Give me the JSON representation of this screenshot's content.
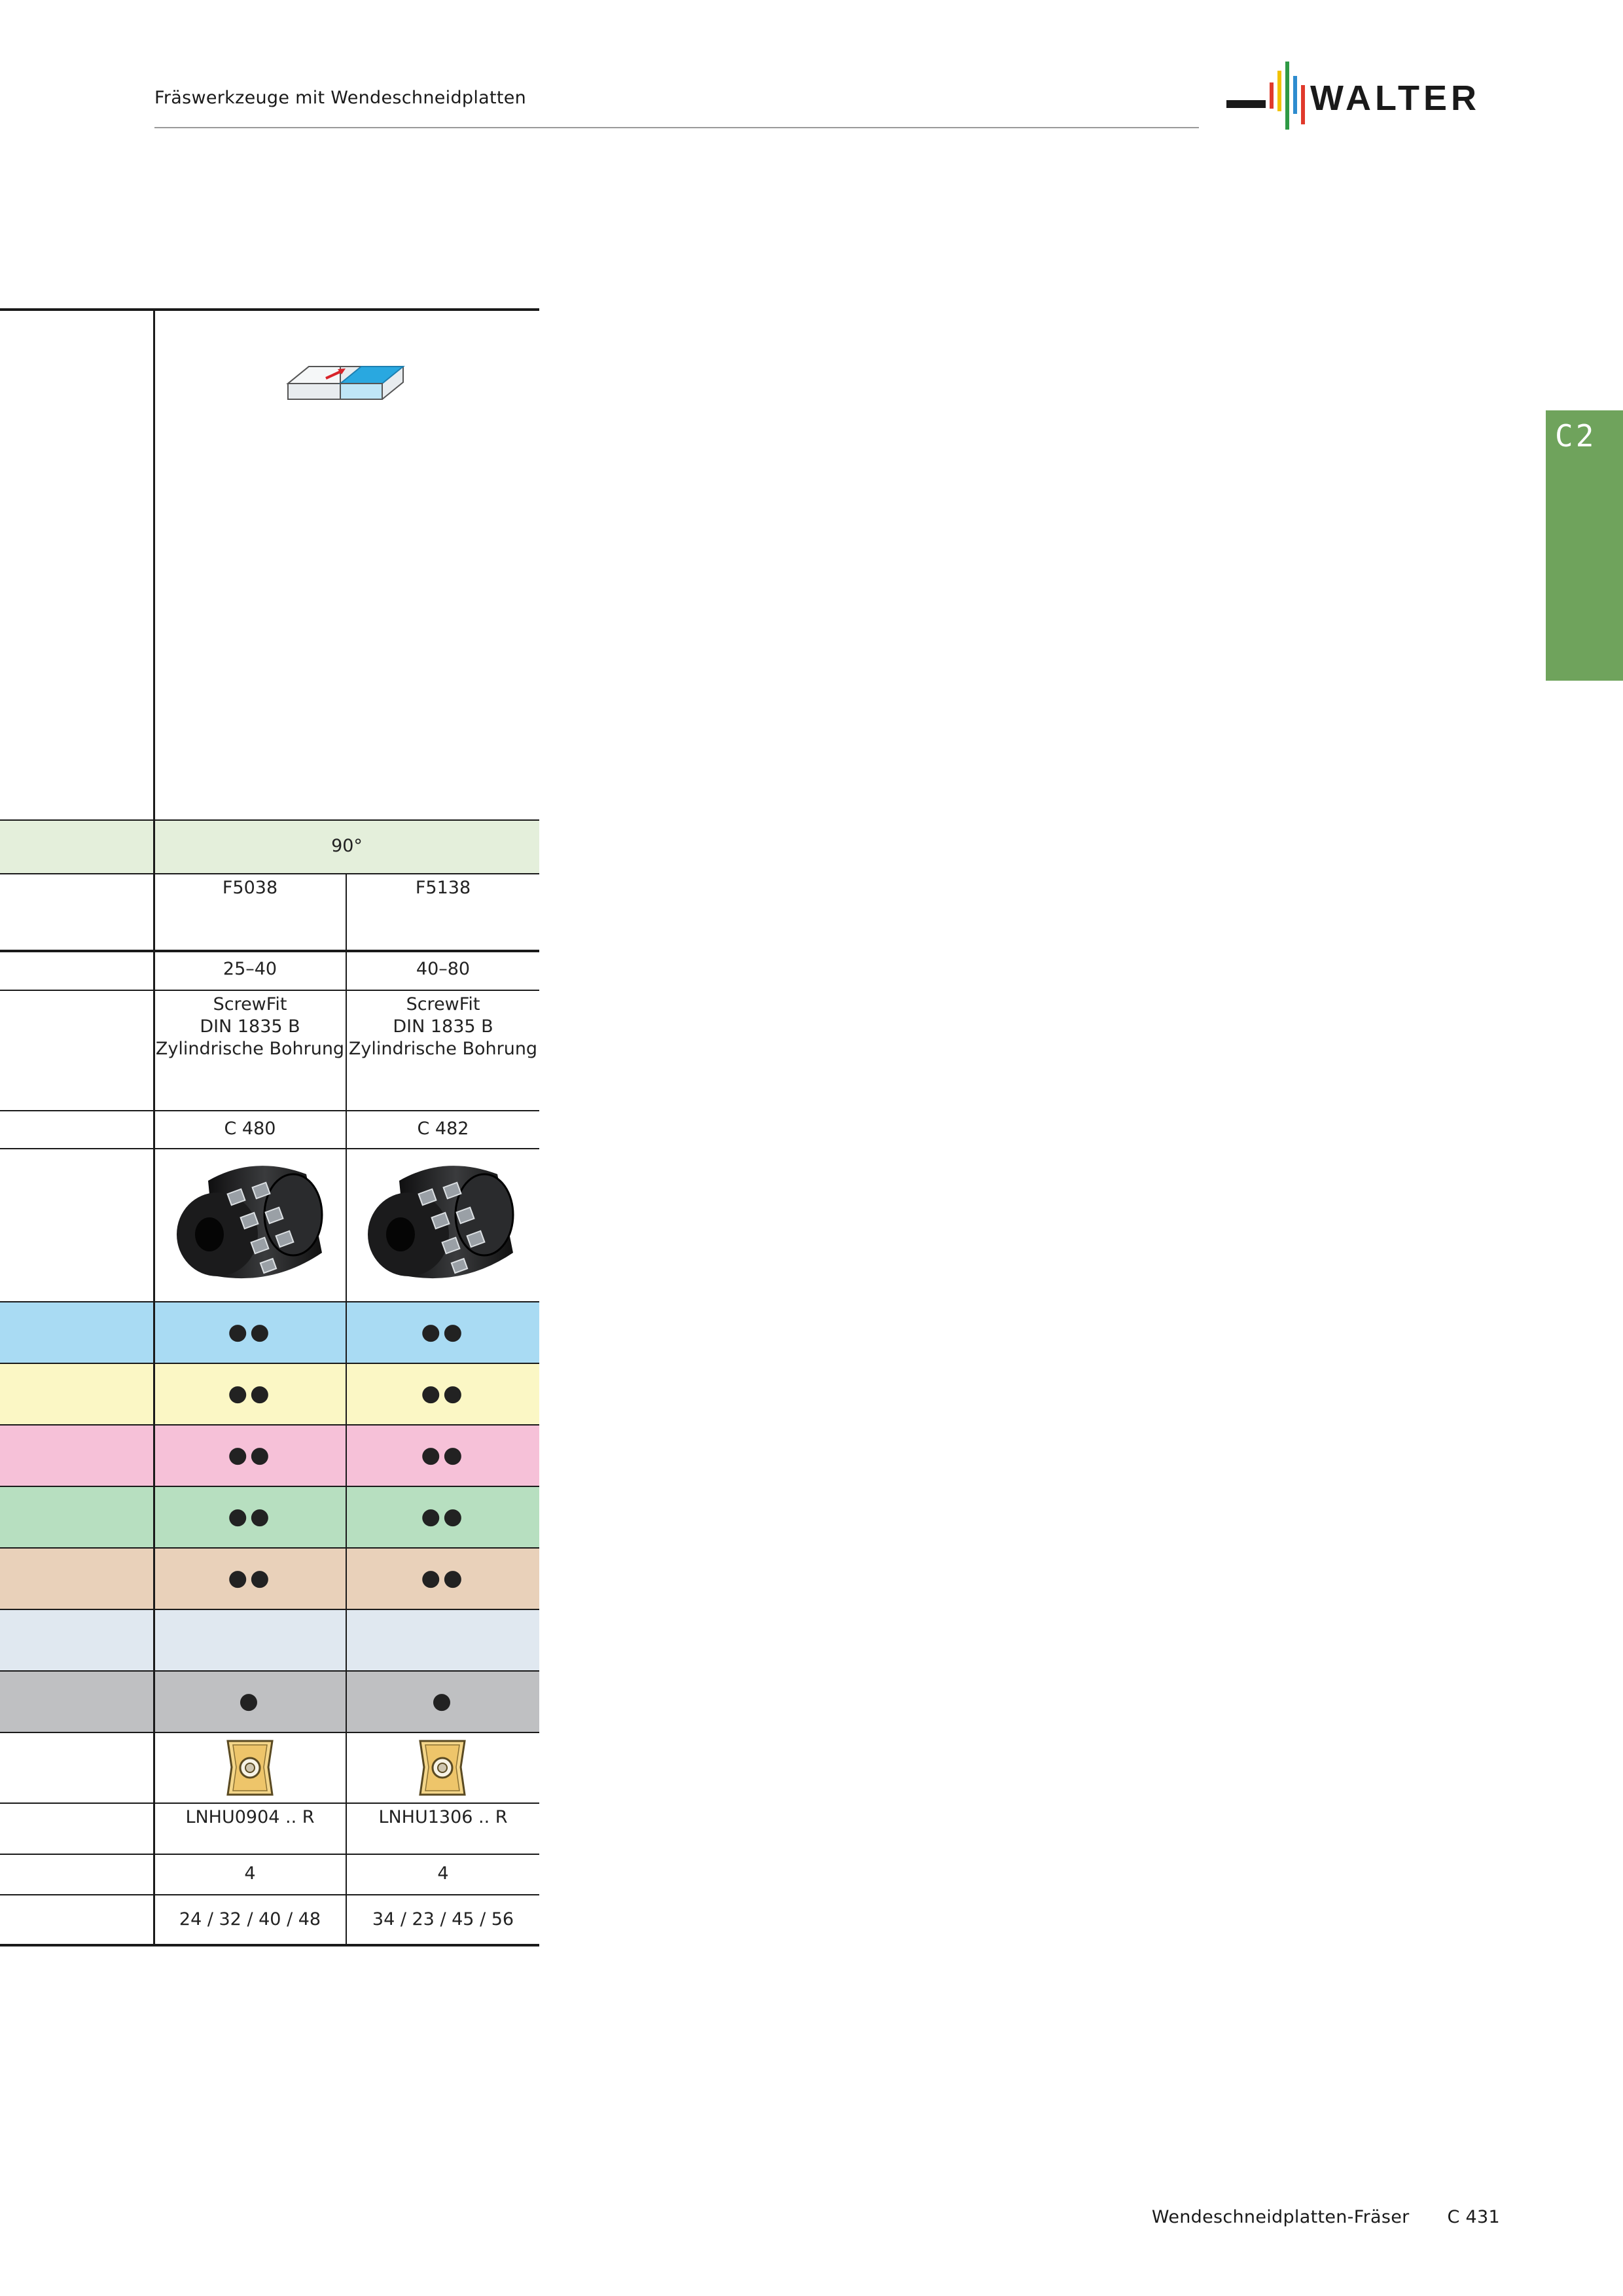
{
  "header": {
    "title": "Fräswerkzeuge mit Wendeschneidplatten",
    "brand": "WALTER"
  },
  "side_tab": {
    "label": "C2"
  },
  "table": {
    "angle": "90°",
    "tools": [
      {
        "code": "F5038",
        "diameter_range": "25–40",
        "mounting": [
          "ScrewFit",
          "DIN 1835 B",
          "Zylindrische Bohrung"
        ],
        "catalog_page": "C 480",
        "material_groups": [
          "●●",
          "●●",
          "●●",
          "●●",
          "●●",
          "",
          "●"
        ],
        "insert": "LNHU0904 .. R",
        "cutting_edges": "4",
        "grades": "24 / 32 / 40 / 48"
      },
      {
        "code": "F5138",
        "diameter_range": "40–80",
        "mounting": [
          "ScrewFit",
          "DIN 1835 B",
          "Zylindrische Bohrung"
        ],
        "catalog_page": "C 482",
        "material_groups": [
          "●●",
          "●●",
          "●●",
          "●●",
          "●●",
          "",
          "●"
        ],
        "insert": "LNHU1306 .. R",
        "cutting_edges": "4",
        "grades": "34 / 23 / 45 / 56"
      }
    ],
    "band_colors": [
      "#a9dbf3",
      "#fbf7c5",
      "#f6c1d8",
      "#b7dfc0",
      "#e9d1ba",
      "#e0e8f0",
      "#bfc0c2"
    ],
    "angle_band_color": "#e4efdb"
  },
  "footer": {
    "section": "Wendeschneidplatten-Fräser",
    "page": "C 431"
  }
}
